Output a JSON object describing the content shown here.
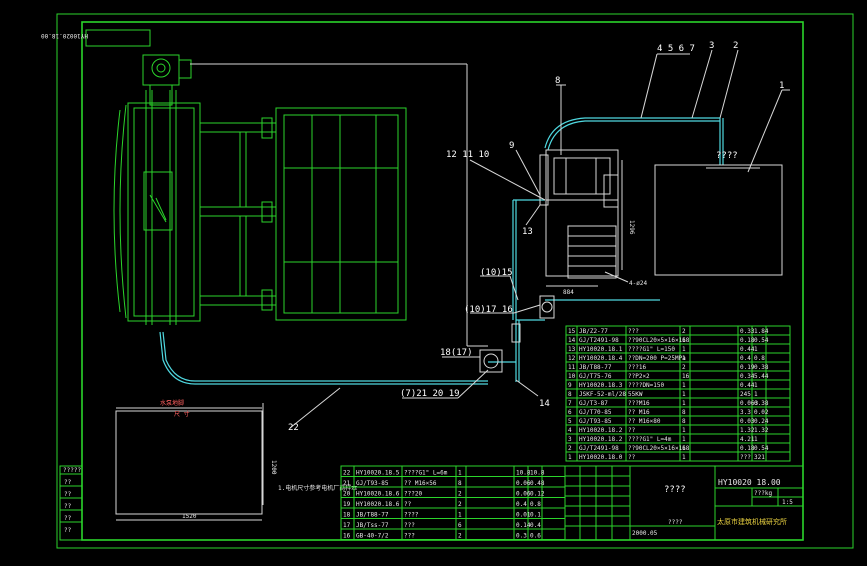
{
  "drawing": {
    "stamp_top_left": "HY10020.18.00",
    "drawing_code": "HY10020 18.00",
    "center_title": "????",
    "company": "太原市建筑机械研究所",
    "unknown_text": "????",
    "signature_date": "2000.05",
    "revision_label": "?????"
  },
  "callouts": {
    "c1": "1",
    "c2": "2",
    "c3": "3",
    "c4567": "4 5 6 7",
    "c8": "8",
    "c9": "9",
    "c121110": "12 11 10",
    "c13": "13",
    "c1015": "(10)15",
    "c1016": "(10)17 16",
    "c1817": "18(17)",
    "c72120": "(7)21 20 19",
    "c14": "14",
    "c22": "22"
  },
  "dimensions": {
    "d1296": "1296",
    "d884": "884",
    "d4024": "4-ø24",
    "d1200": "1200",
    "d1520": "1520"
  },
  "foundation": {
    "title": "水泵地脚",
    "subtitle": "尺 寸",
    "note": "1.电机尺寸参考电机厂商样本"
  },
  "bom_upper": [
    {
      "no": "15",
      "code": "JB/Z2-77",
      "name": "???",
      "qty": "2",
      "w1": "0.33",
      "w2": "1.84"
    },
    {
      "no": "14",
      "code": "GJ/T2491-98",
      "name": "??90CL20×5×16×168",
      "qty": "1",
      "w1": "0.18",
      "w2": "0.54"
    },
    {
      "no": "13",
      "code": "HY10020.18.1",
      "name": "????G1\" L=150",
      "qty": "1",
      "w1": "0.44",
      "w2": "1"
    },
    {
      "no": "12",
      "code": "HY10020.18.4",
      "name": "??DN=200 P=25MPa",
      "qty": "1",
      "w1": "0.4",
      "w2": "0.8"
    },
    {
      "no": "11",
      "code": "JB/T88-77",
      "name": "???16",
      "qty": "2",
      "w1": "0.19",
      "w2": "0.38"
    },
    {
      "no": "10",
      "code": "GJ/T75-76",
      "name": "??P2×2",
      "qty": "16",
      "w1": "0.34",
      "w2": "5.44"
    },
    {
      "no": "9",
      "code": "HY10020.18.3",
      "name": "????DN=150",
      "qty": "1",
      "w1": "0.44",
      "w2": "1"
    },
    {
      "no": "8",
      "code": "JSKF-52-ml/28",
      "name": "55KW",
      "qty": "1",
      "w1": "245",
      "w2": "1"
    },
    {
      "no": "7",
      "code": "GJ/T3-87",
      "name": "???M16",
      "qty": "1",
      "w1": "0.063",
      "w2": "0.38"
    },
    {
      "no": "6",
      "code": "GJ/T70-85",
      "name": "?? M16",
      "qty": "8",
      "w1": "3.3",
      "w2": "0.02"
    },
    {
      "no": "5",
      "code": "GJ/T93-85",
      "name": "?? M16×80",
      "qty": "8",
      "w1": "0.03",
      "w2": "0.24"
    },
    {
      "no": "4",
      "code": "HY10020.18.2",
      "name": "??",
      "qty": "1",
      "w1": "1.32",
      "w2": "1.32"
    },
    {
      "no": "3",
      "code": "HY10020.18.2",
      "name": "????G1\" L=4m",
      "qty": "1",
      "w1": "4.21",
      "w2": "1"
    },
    {
      "no": "2",
      "code": "GJ/T2491-98",
      "name": "??90CL20×5×16×168",
      "qty": "1",
      "w1": "0.18",
      "w2": "0.54"
    },
    {
      "no": "1",
      "code": "HY10020.18.0",
      "name": "??",
      "qty": "1",
      "w1": "???",
      "w2": "321"
    }
  ],
  "bom_lower": [
    {
      "no": "22",
      "code": "HY10020.18.5",
      "name": "????G1\" L=6m",
      "qty": "1",
      "w1": "10.8",
      "w2": "10.8"
    },
    {
      "no": "21",
      "code": "GJ/T93-85",
      "name": "?? M16×56",
      "qty": "8",
      "w1": "0.06",
      "w2": "0.48"
    },
    {
      "no": "20",
      "code": "HY10020.18.6",
      "name": "???20",
      "qty": "2",
      "w1": "0.06",
      "w2": "0.12"
    },
    {
      "no": "19",
      "code": "HY10020.18.6",
      "name": "??",
      "qty": "2",
      "w1": "0.4",
      "w2": "0.8"
    },
    {
      "no": "18",
      "code": "JB/T88-77",
      "name": "????",
      "qty": "1",
      "w1": "0.01",
      "w2": "0.1"
    },
    {
      "no": "17",
      "code": "JB/Tss-77",
      "name": "???",
      "qty": "6",
      "w1": "0.14",
      "w2": "0.4"
    },
    {
      "no": "16",
      "code": "GB-40-7/2",
      "name": "???",
      "qty": "2",
      "w1": "0.3",
      "w2": "0.6"
    }
  ],
  "title_block": {
    "scale_label": "???kg",
    "scale_value": "1:5"
  },
  "revision_box": [
    "??",
    "??",
    "??",
    "??",
    "??"
  ],
  "colors": {
    "background": "#000000",
    "frame": "#2bd42b",
    "pipe": "#4fd8e0",
    "leader": "#d8d8d8",
    "text": "#ffffff"
  }
}
